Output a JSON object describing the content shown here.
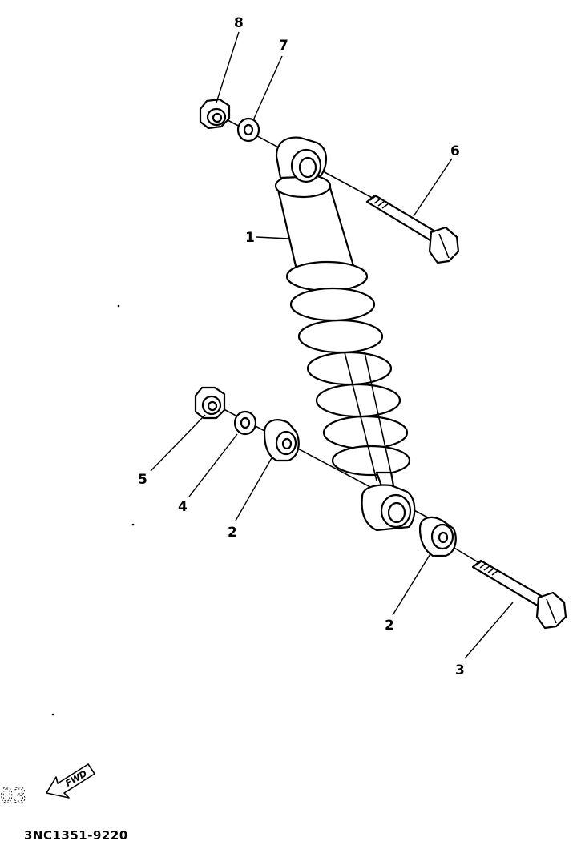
{
  "callouts": [
    "8",
    "7",
    "6",
    "1",
    "5",
    "4",
    "2",
    "2",
    "3"
  ],
  "page_code": "03",
  "fwd_label": "FWD",
  "reference": "3NC1351-9220"
}
